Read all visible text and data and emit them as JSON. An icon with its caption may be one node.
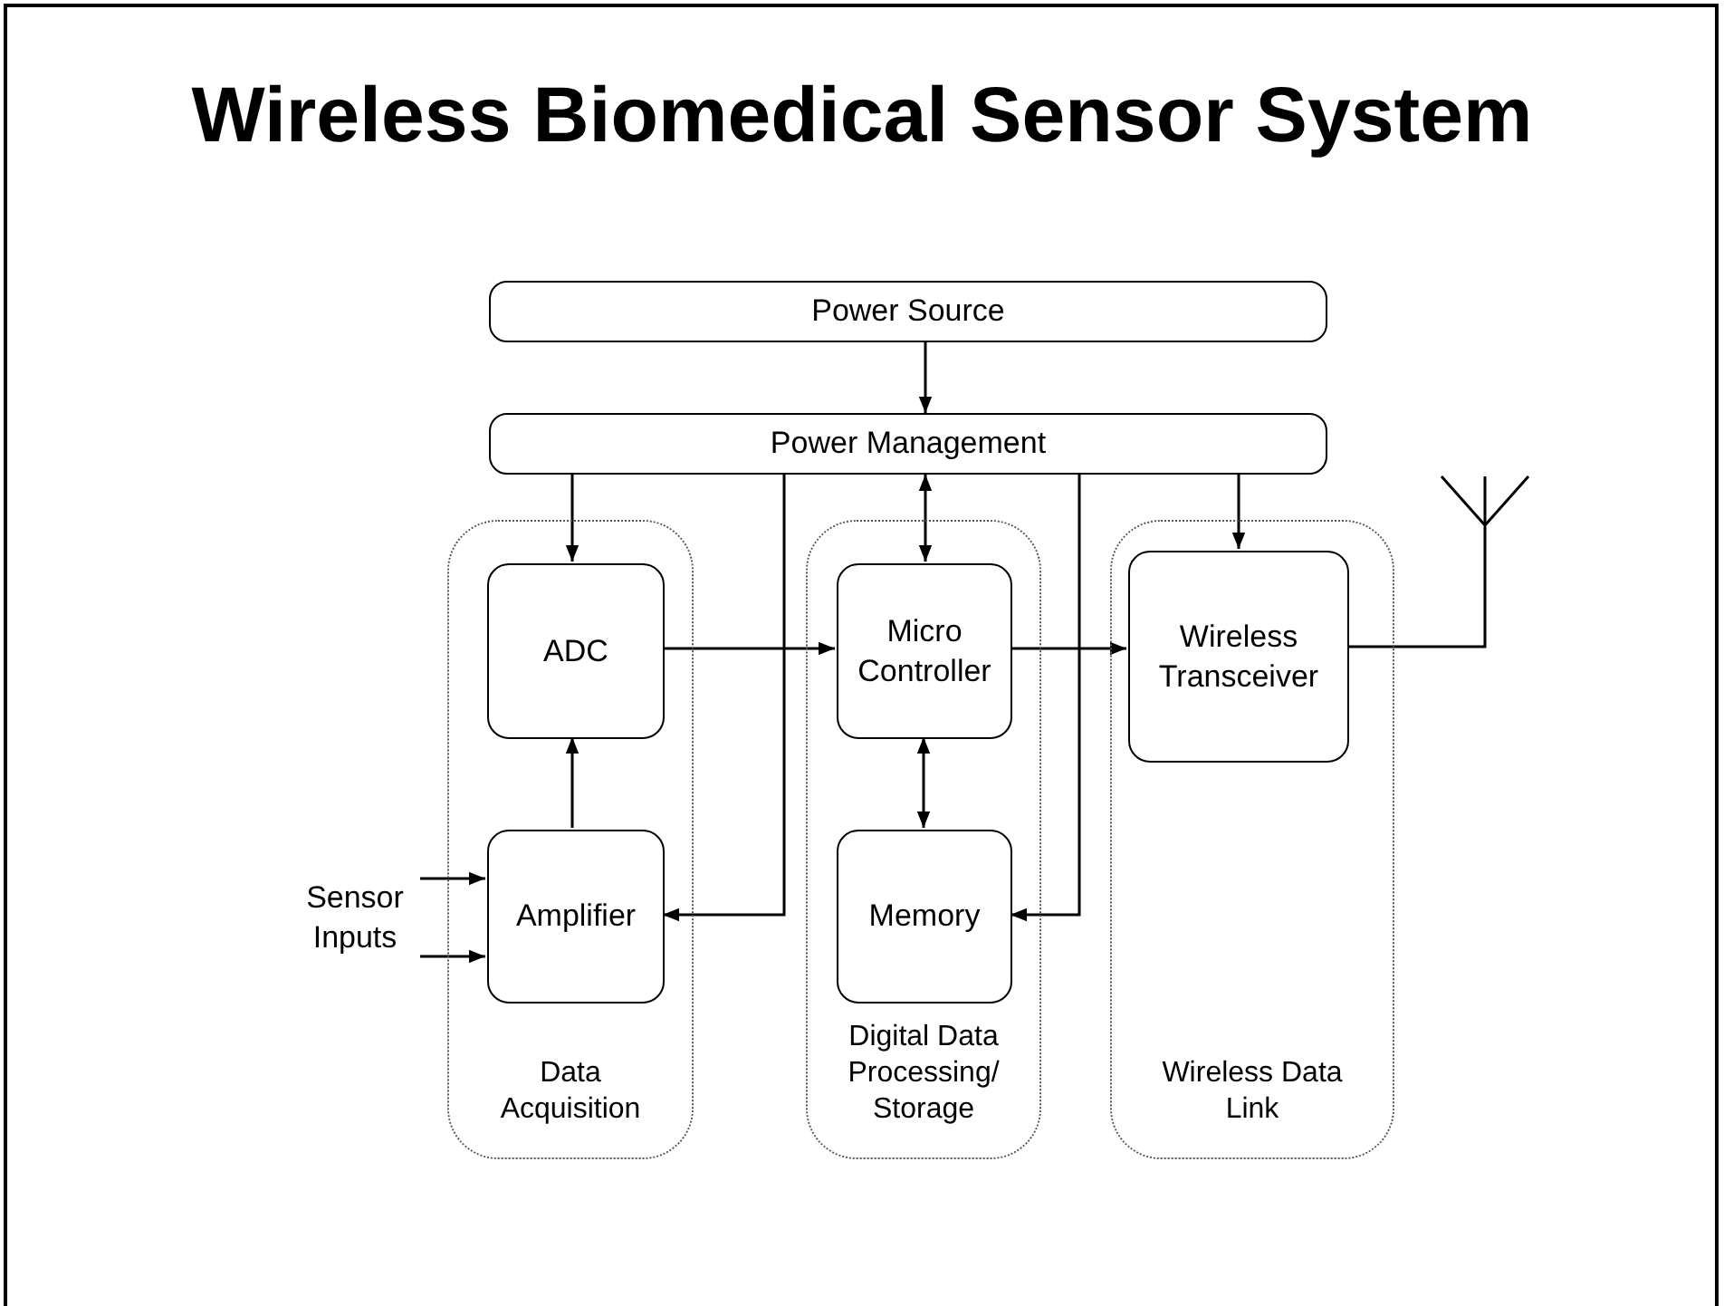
{
  "diagram": {
    "title": "Wireless Biomedical Sensor System",
    "nodes": [
      {
        "text": [
          "Power Source"
        ]
      },
      {
        "text": [
          "Power Management"
        ]
      },
      {
        "text": [
          "Data Acquisition"
        ]
      },
      {
        "text": [
          "ADC"
        ],
        "in": 2
      },
      {
        "text": [
          "Amplifier"
        ],
        "in": 2
      },
      {
        "text": [
          "Digital Data Processing/ Storage"
        ]
      },
      {
        "text": [
          "Micro Controller"
        ],
        "in": 5
      },
      {
        "text": [
          "Memory"
        ],
        "in": 5
      },
      {
        "text": [
          "Wireless Data Link"
        ]
      },
      {
        "text": [
          "Wireless Transceiver"
        ],
        "in": 8
      },
      {
        "text": [
          "Sensor Inputs"
        ]
      },
      {
        "text": [],
        "shape": "antenna"
      }
    ],
    "edges": [
      {
        "from": 0,
        "to": 1,
        "arrow": "to"
      },
      {
        "from": 1,
        "to": 3,
        "arrow": "to"
      },
      {
        "from": 1,
        "to": 4,
        "arrow": "to"
      },
      {
        "from": 1,
        "to": 6,
        "arrow": "both"
      },
      {
        "from": 1,
        "to": 7,
        "arrow": "to"
      },
      {
        "from": 1,
        "to": 9,
        "arrow": "to"
      },
      {
        "from": 3,
        "to": 6,
        "arrow": "to"
      },
      {
        "from": 6,
        "to": 9,
        "arrow": "to"
      },
      {
        "from": 4,
        "to": 3,
        "arrow": "to"
      },
      {
        "from": 6,
        "to": 7,
        "arrow": "both"
      },
      {
        "from": 9,
        "to": 11,
        "arrow": "none"
      },
      {
        "from": 10,
        "to": 4,
        "arrow": "to"
      },
      {
        "from": 10,
        "to": 4,
        "arrow": "to"
      }
    ]
  }
}
